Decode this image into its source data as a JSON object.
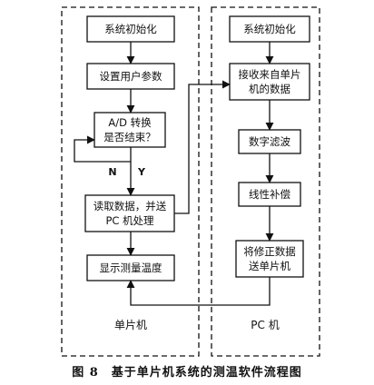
{
  "diagram": {
    "mcu": {
      "label": "单片机",
      "boxes": {
        "init": [
          "系统初始化"
        ],
        "params": [
          "设置用户参数"
        ],
        "adc": [
          "A/D 转换",
          "是否结束？"
        ],
        "read": [
          "读取数据，并送",
          "PC 机处理"
        ],
        "display": [
          "显示测量温度"
        ]
      },
      "branch_no": "N",
      "branch_yes": "Y"
    },
    "pc": {
      "label": "PC 机",
      "boxes": {
        "init": [
          "系统初始化"
        ],
        "receive": [
          "接收来自单片",
          "机的数据"
        ],
        "filter": [
          "数字滤波"
        ],
        "compensate": [
          "线性补偿"
        ],
        "send": [
          "将修正数据",
          "送单片机"
        ]
      }
    }
  },
  "caption": "图 8　基于单片机系统的测温软件流程图"
}
